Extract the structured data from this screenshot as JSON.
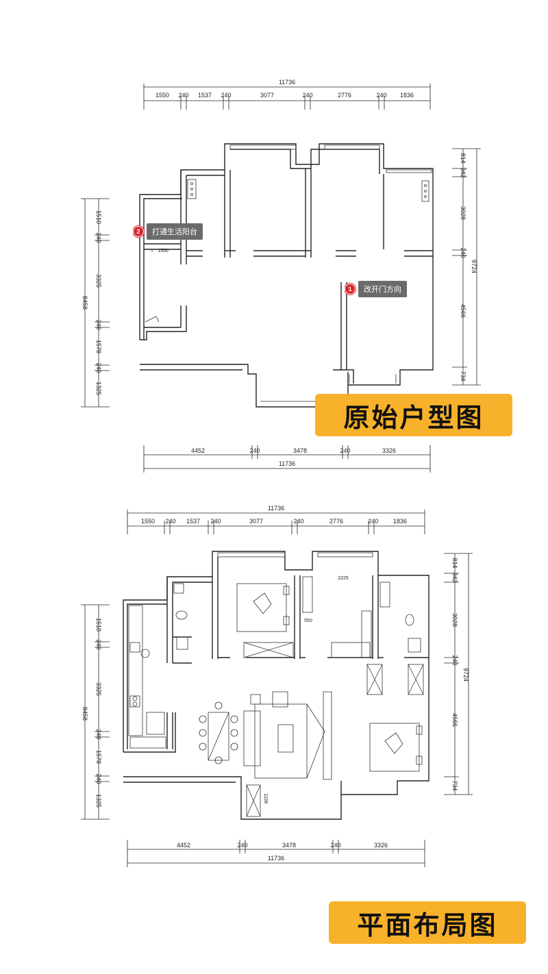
{
  "plan_original": {
    "top_total": "11736",
    "top_segments": [
      "1550",
      "240",
      "1537",
      "240",
      "3077",
      "240",
      "2776",
      "240",
      "1836"
    ],
    "bottom_segments": [
      "4452",
      "240",
      "3478",
      "240",
      "3326"
    ],
    "bottom_total": "11736",
    "left_total": "8458",
    "left_segments": [
      "1510",
      "240",
      "3325",
      "240",
      "1578",
      "240",
      "1325"
    ],
    "right_total": "9724",
    "right_segments": [
      "814",
      "342",
      "3028",
      "240",
      "4566",
      "734"
    ],
    "inner_label": "1550",
    "callouts": [
      {
        "number": "2",
        "text": "打通生活阳台"
      },
      {
        "number": "1",
        "text": "改开门方向"
      }
    ],
    "banner": "原始户型图"
  },
  "plan_layout": {
    "top_total": "11736",
    "top_segments": [
      "1550",
      "240",
      "1537",
      "240",
      "3077",
      "240",
      "2776",
      "240",
      "1836"
    ],
    "bottom_segments": [
      "4452",
      "240",
      "3478",
      "240",
      "3326"
    ],
    "bottom_total": "11736",
    "left_total": "8458",
    "left_segments": [
      "1510",
      "240",
      "3325",
      "240",
      "1578",
      "240",
      "1325"
    ],
    "right_total": "9724",
    "right_segments": [
      "814",
      "342",
      "3028",
      "240",
      "4566",
      "734"
    ],
    "inner_labels": [
      "2225",
      "550",
      "1106"
    ],
    "banner": "平面布局图"
  },
  "colors": {
    "banner_bg": "#f7b12a",
    "callout_dot": "#d9272e",
    "callout_tag": "#6b6b6b",
    "walls": "#222222"
  }
}
